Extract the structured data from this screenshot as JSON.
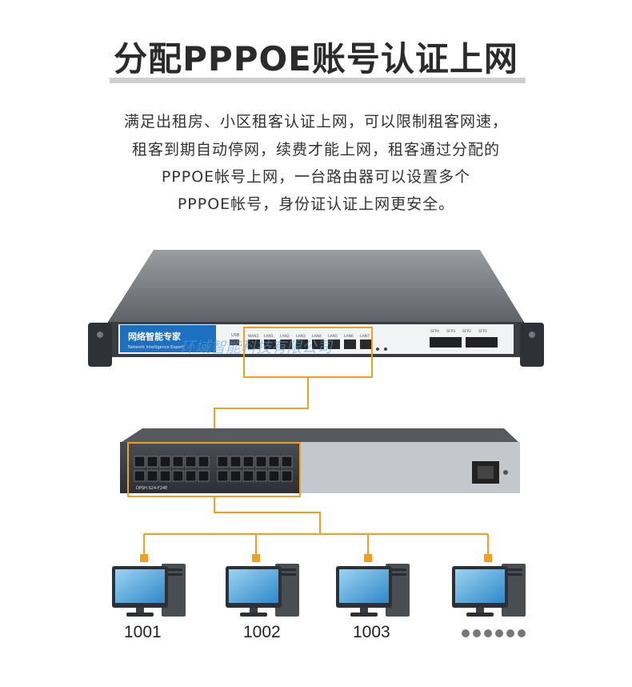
{
  "title": "分配PPPOE账号认证上网",
  "description_lines": [
    "满足出租房、小区租客认证上网，可以限制租客网速，",
    "租客到期自动停网，续费才能上网，租客通过分配的",
    "PPPOE帐号上网，一台路由器可以设置多个",
    "PPPOE帐号，身份证认证上网更安全。"
  ],
  "router": {
    "brand_cn": "网络智能专家",
    "brand_en": "Network Intelligence Expert",
    "usb_label": "USB",
    "port_labels": [
      "WAN1",
      "LAN1",
      "LAN2",
      "LAN3",
      "LAN4",
      "LAN5",
      "LAN6",
      "LAN7"
    ],
    "sfp_labels": [
      "SFP4",
      "SFP3",
      "SFP2",
      "SFP1"
    ],
    "watermark": "环域智能科技有限公司"
  },
  "switch": {
    "model": "DPSH-S24-F24E"
  },
  "computers": [
    {
      "label": "1001"
    },
    {
      "label": "1002"
    },
    {
      "label": "1003"
    },
    {
      "label": ""
    }
  ],
  "colors": {
    "accent": "#f0a020",
    "title": "#2b2b2b",
    "dot": "#777777"
  }
}
